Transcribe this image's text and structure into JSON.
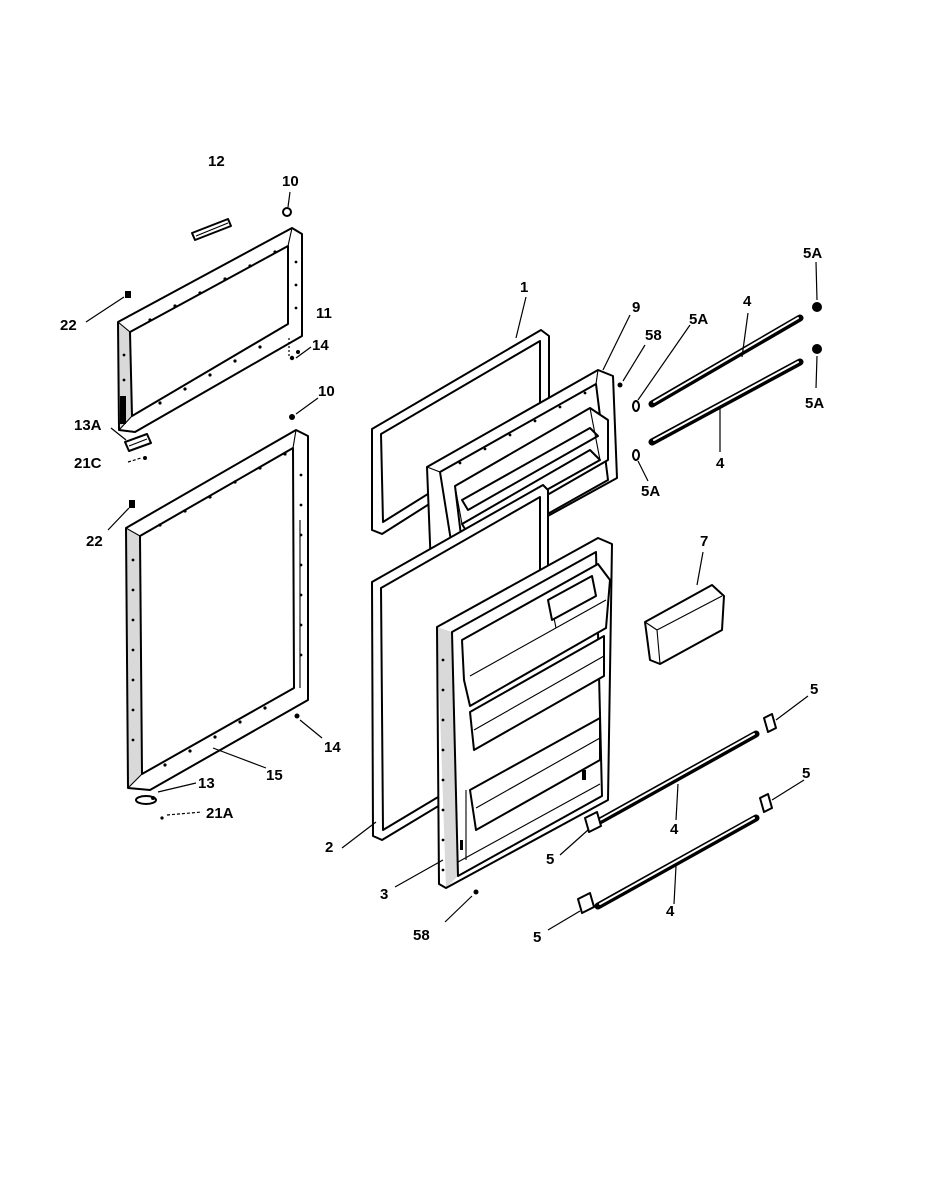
{
  "diagram": {
    "labels": {
      "l1": "1",
      "l2": "2",
      "l3": "3",
      "l4a": "4",
      "l4b": "4",
      "l4c": "4",
      "l4d": "4",
      "l5a": "5",
      "l5b": "5",
      "l5c": "5",
      "l5d": "5",
      "l5A_a": "5A",
      "l5A_b": "5A",
      "l5A_c": "5A",
      "l5A_d": "5A",
      "l7": "7",
      "l9": "9",
      "l10a": "10",
      "l10b": "10",
      "l11": "11",
      "l12": "12",
      "l13": "13",
      "l13A": "13A",
      "l14a": "14",
      "l14b": "14",
      "l15": "15",
      "l21A": "21A",
      "l21C": "21C",
      "l22a": "22",
      "l22b": "22",
      "l58a": "58",
      "l58b": "58"
    }
  }
}
